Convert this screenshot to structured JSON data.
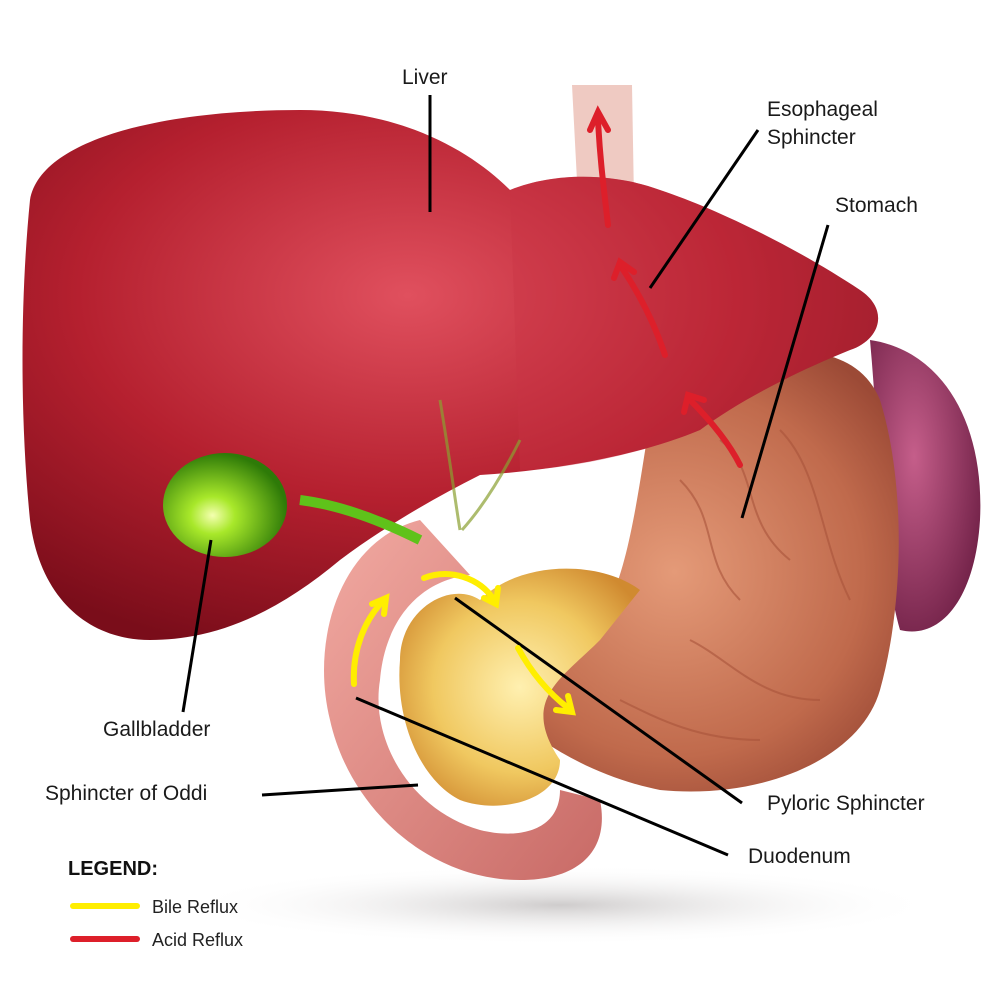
{
  "labels": {
    "liver": "Liver",
    "esophageal": "Esophageal\nSphincter",
    "stomach": "Stomach",
    "gallbladder": "Gallbladder",
    "oddi": "Sphincter of Oddi",
    "pyloric": "Pyloric Sphincter",
    "duodenum": "Duodenum"
  },
  "legend": {
    "title": "LEGEND:",
    "items": [
      {
        "label": "Bile Reflux",
        "color": "#ffee00"
      },
      {
        "label": "Acid Reflux",
        "color": "#dd1f2a"
      }
    ]
  },
  "colors": {
    "liver": "#b5202f",
    "stomach": "#cf7a5c",
    "gallbladder": "#5fc21a",
    "pancreas": "#e8b54a",
    "spleen": "#8b2f57",
    "duodenum": "#e28a86",
    "bile_arrow": "#ffee00",
    "acid_arrow": "#dd1f2a",
    "leader_line": "#000000"
  }
}
